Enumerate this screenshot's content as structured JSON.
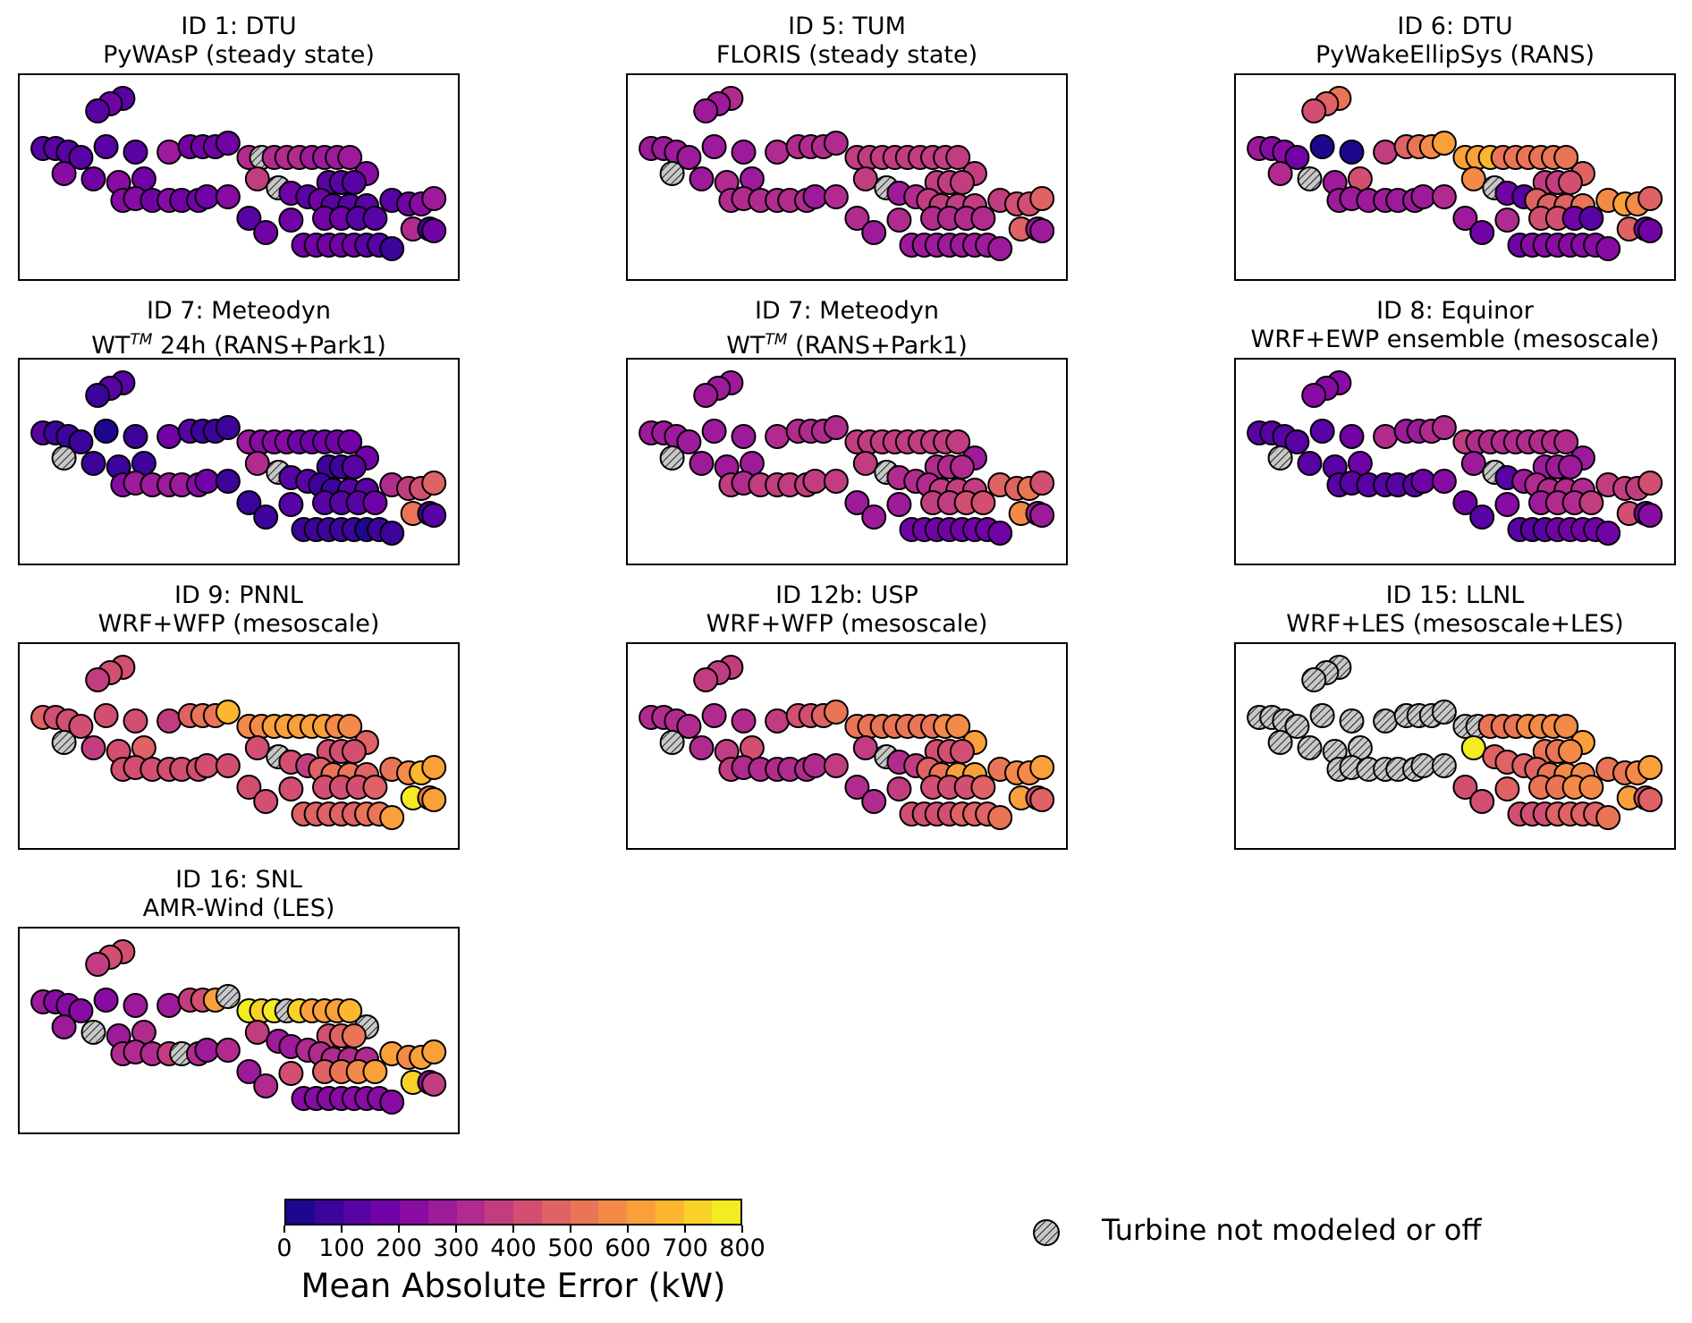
{
  "hatch_color": "#c8c8c8",
  "colormap": "plasma",
  "chart_data": {
    "type": "scatter",
    "description_kind": "small multiples of turbine maps colored by mean absolute error",
    "colorbar": {
      "label": "Mean Absolute Error (kW)",
      "range": [
        0,
        800
      ],
      "ticks": [
        0,
        100,
        200,
        300,
        400,
        500,
        600,
        700,
        800
      ],
      "tick_labels": [
        "0",
        "100",
        "200",
        "300",
        "400",
        "500",
        "600",
        "700",
        "800"
      ],
      "n_bins": 16
    },
    "legend": {
      "label": "Turbine not modeled or off",
      "marker": "hatched-grey-circle"
    },
    "turbine_xy": [
      [
        0.22,
        0.05
      ],
      [
        0.19,
        0.08
      ],
      [
        0.16,
        0.12
      ],
      [
        0.03,
        0.33
      ],
      [
        0.06,
        0.33
      ],
      [
        0.09,
        0.35
      ],
      [
        0.12,
        0.38
      ],
      [
        0.18,
        0.32
      ],
      [
        0.25,
        0.35
      ],
      [
        0.33,
        0.35
      ],
      [
        0.08,
        0.47
      ],
      [
        0.15,
        0.5
      ],
      [
        0.21,
        0.52
      ],
      [
        0.27,
        0.5
      ],
      [
        0.38,
        0.32
      ],
      [
        0.41,
        0.32
      ],
      [
        0.44,
        0.32
      ],
      [
        0.47,
        0.3
      ],
      [
        0.52,
        0.38
      ],
      [
        0.55,
        0.38
      ],
      [
        0.58,
        0.38
      ],
      [
        0.61,
        0.38
      ],
      [
        0.64,
        0.38
      ],
      [
        0.67,
        0.38
      ],
      [
        0.7,
        0.38
      ],
      [
        0.73,
        0.38
      ],
      [
        0.76,
        0.38
      ],
      [
        0.8,
        0.47
      ],
      [
        0.22,
        0.62
      ],
      [
        0.25,
        0.61
      ],
      [
        0.29,
        0.62
      ],
      [
        0.33,
        0.62
      ],
      [
        0.36,
        0.62
      ],
      [
        0.4,
        0.62
      ],
      [
        0.42,
        0.6
      ],
      [
        0.47,
        0.6
      ],
      [
        0.54,
        0.5
      ],
      [
        0.59,
        0.55
      ],
      [
        0.62,
        0.58
      ],
      [
        0.66,
        0.6
      ],
      [
        0.71,
        0.52
      ],
      [
        0.74,
        0.52
      ],
      [
        0.77,
        0.52
      ],
      [
        0.69,
        0.62
      ],
      [
        0.72,
        0.65
      ],
      [
        0.76,
        0.65
      ],
      [
        0.8,
        0.65
      ],
      [
        0.52,
        0.72
      ],
      [
        0.56,
        0.8
      ],
      [
        0.62,
        0.73
      ],
      [
        0.7,
        0.72
      ],
      [
        0.74,
        0.72
      ],
      [
        0.78,
        0.72
      ],
      [
        0.82,
        0.72
      ],
      [
        0.86,
        0.62
      ],
      [
        0.9,
        0.64
      ],
      [
        0.93,
        0.64
      ],
      [
        0.91,
        0.78
      ],
      [
        0.95,
        0.78
      ],
      [
        0.65,
        0.87
      ],
      [
        0.68,
        0.87
      ],
      [
        0.71,
        0.87
      ],
      [
        0.74,
        0.87
      ],
      [
        0.77,
        0.87
      ],
      [
        0.8,
        0.87
      ],
      [
        0.83,
        0.87
      ],
      [
        0.86,
        0.89
      ],
      [
        0.96,
        0.61
      ],
      [
        0.96,
        0.79
      ]
    ],
    "panels": [
      {
        "id": "ID 1: DTU",
        "model": "PyWAsP (steady state)",
        "hatched": [
          19,
          37
        ],
        "mae": [
          120,
          160,
          140,
          110,
          130,
          140,
          140,
          100,
          120,
          250,
          200,
          180,
          200,
          180,
          190,
          170,
          180,
          170,
          310,
          300,
          300,
          300,
          300,
          290,
          280,
          280,
          250,
          200,
          210,
          200,
          190,
          200,
          190,
          190,
          180,
          200,
          380,
          350,
          160,
          130,
          120,
          100,
          120,
          180,
          130,
          130,
          110,
          130,
          160,
          180,
          180,
          170,
          140,
          100,
          120,
          180,
          240,
          310,
          80,
          170,
          170,
          170,
          160,
          160,
          120,
          100,
          70,
          290,
          150
        ]
      },
      {
        "id": "ID 5: TUM",
        "model": "FLORIS (steady state)",
        "hatched": [
          10,
          37
        ],
        "mae": [
          300,
          280,
          280,
          270,
          280,
          270,
          270,
          250,
          260,
          320,
          260,
          250,
          300,
          280,
          300,
          300,
          320,
          330,
          350,
          360,
          380,
          380,
          380,
          390,
          380,
          380,
          370,
          360,
          310,
          300,
          310,
          300,
          300,
          300,
          290,
          310,
          350,
          290,
          270,
          300,
          350,
          360,
          380,
          360,
          360,
          370,
          380,
          310,
          290,
          300,
          300,
          300,
          320,
          330,
          380,
          400,
          420,
          450,
          280,
          270,
          270,
          270,
          270,
          270,
          280,
          280,
          280,
          450,
          290
        ]
      },
      {
        "id": "ID 6: DTU",
        "model": "PyWakeEllipSys (RANS)",
        "hatched": [
          11,
          37
        ],
        "mae": [
          500,
          480,
          410,
          250,
          230,
          200,
          180,
          40,
          30,
          380,
          300,
          310,
          290,
          400,
          450,
          500,
          560,
          600,
          640,
          620,
          660,
          520,
          520,
          520,
          520,
          520,
          520,
          450,
          280,
          270,
          270,
          270,
          260,
          270,
          260,
          300,
          560,
          200,
          160,
          140,
          350,
          380,
          420,
          480,
          480,
          480,
          520,
          250,
          160,
          330,
          400,
          420,
          150,
          120,
          550,
          600,
          550,
          480,
          150,
          180,
          200,
          200,
          200,
          200,
          200,
          200,
          200,
          470,
          160
        ]
      },
      {
        "id": "ID 7: Meteodyn",
        "model": "WT^TM 24h (RANS+Park1)",
        "hatched": [
          10,
          37
        ],
        "mae": [
          110,
          100,
          90,
          100,
          90,
          90,
          90,
          40,
          50,
          150,
          80,
          80,
          80,
          90,
          100,
          80,
          90,
          70,
          250,
          220,
          210,
          200,
          190,
          180,
          180,
          170,
          150,
          170,
          220,
          260,
          270,
          280,
          260,
          220,
          190,
          90,
          330,
          280,
          100,
          100,
          90,
          90,
          100,
          90,
          90,
          110,
          110,
          80,
          90,
          110,
          120,
          130,
          140,
          180,
          330,
          370,
          420,
          500,
          60,
          50,
          50,
          50,
          50,
          50,
          40,
          50,
          50,
          450,
          140
        ]
      },
      {
        "id": "ID 7: Meteodyn",
        "model": "WT^TM (RANS+Park1)",
        "hatched": [
          10,
          37
        ],
        "mae": [
          270,
          260,
          250,
          260,
          250,
          250,
          250,
          250,
          260,
          300,
          280,
          250,
          270,
          270,
          300,
          300,
          300,
          310,
          370,
          360,
          380,
          380,
          380,
          380,
          390,
          390,
          360,
          260,
          350,
          340,
          350,
          350,
          360,
          360,
          360,
          380,
          360,
          320,
          300,
          310,
          340,
          340,
          340,
          340,
          360,
          360,
          380,
          290,
          260,
          290,
          350,
          380,
          410,
          430,
          460,
          450,
          500,
          550,
          270,
          160,
          160,
          160,
          160,
          170,
          170,
          180,
          180,
          430,
          290
        ]
      },
      {
        "id": "ID 8: Equinor",
        "model": "WRF+EWP ensemble (mesoscale)",
        "hatched": [
          10,
          37
        ],
        "mae": [
          220,
          200,
          200,
          120,
          120,
          130,
          140,
          120,
          150,
          300,
          130,
          130,
          140,
          180,
          270,
          290,
          300,
          320,
          350,
          330,
          340,
          340,
          340,
          340,
          330,
          330,
          330,
          280,
          140,
          130,
          130,
          130,
          130,
          140,
          160,
          200,
          250,
          150,
          130,
          250,
          280,
          270,
          280,
          300,
          320,
          330,
          340,
          160,
          140,
          240,
          290,
          320,
          340,
          350,
          350,
          350,
          380,
          410,
          180,
          130,
          130,
          140,
          150,
          160,
          160,
          170,
          180,
          400,
          200
        ]
      },
      {
        "id": "ID 9: PNNL",
        "model": "WRF+WFP (mesoscale)",
        "hatched": [
          10,
          37
        ],
        "mae": [
          420,
          400,
          390,
          450,
          400,
          400,
          420,
          400,
          400,
          390,
          400,
          390,
          400,
          460,
          480,
          500,
          530,
          650,
          580,
          590,
          600,
          610,
          620,
          630,
          600,
          590,
          570,
          450,
          420,
          400,
          400,
          420,
          430,
          410,
          440,
          420,
          430,
          400,
          410,
          390,
          420,
          440,
          430,
          480,
          500,
          500,
          480,
          400,
          410,
          420,
          440,
          420,
          430,
          450,
          540,
          580,
          660,
          760,
          500,
          480,
          490,
          480,
          470,
          480,
          500,
          540,
          640,
          600,
          600
        ]
      },
      {
        "id": "ID 12b: USP",
        "model": "WRF+WFP (mesoscale)",
        "hatched": [
          10,
          37
        ],
        "mae": [
          380,
          350,
          350,
          320,
          320,
          330,
          340,
          320,
          340,
          350,
          340,
          330,
          350,
          400,
          420,
          440,
          480,
          520,
          500,
          510,
          520,
          520,
          530,
          540,
          540,
          550,
          560,
          620,
          350,
          330,
          330,
          340,
          330,
          320,
          340,
          360,
          360,
          330,
          340,
          380,
          420,
          440,
          440,
          470,
          520,
          600,
          600,
          330,
          330,
          350,
          400,
          420,
          420,
          470,
          540,
          560,
          590,
          640,
          440,
          430,
          430,
          430,
          440,
          450,
          470,
          490,
          500,
          620,
          470
        ]
      },
      {
        "id": "ID 15: LLNL",
        "model": "WRF+LES (mesoscale+LES)",
        "hatched": [
          0,
          1,
          2,
          3,
          4,
          5,
          6,
          7,
          8,
          9,
          10,
          11,
          12,
          13,
          14,
          15,
          16,
          17,
          18,
          19,
          28,
          29,
          30,
          31,
          32,
          33,
          34,
          35
        ],
        "mae": [
          0,
          0,
          0,
          0,
          0,
          0,
          0,
          0,
          0,
          0,
          0,
          0,
          0,
          0,
          0,
          0,
          0,
          0,
          0,
          0,
          520,
          520,
          530,
          550,
          550,
          560,
          560,
          640,
          0,
          0,
          0,
          0,
          0,
          0,
          0,
          0,
          780,
          470,
          460,
          470,
          520,
          540,
          560,
          490,
          520,
          560,
          560,
          430,
          420,
          480,
          520,
          540,
          550,
          560,
          520,
          540,
          580,
          600,
          430,
          440,
          440,
          440,
          450,
          460,
          470,
          490,
          500,
          620,
          470
        ]
      },
      {
        "id": "ID 16: SNL",
        "model": "AMR-Wind (LES)",
        "hatched": [
          11,
          17,
          21,
          27,
          32
        ],
        "mae": [
          400,
          410,
          390,
          280,
          240,
          220,
          240,
          220,
          260,
          280,
          250,
          260,
          270,
          340,
          380,
          420,
          640,
          760,
          760,
          700,
          780,
          760,
          700,
          620,
          600,
          600,
          650,
          800,
          340,
          330,
          330,
          350,
          330,
          330,
          270,
          340,
          380,
          270,
          280,
          320,
          420,
          480,
          520,
          300,
          300,
          300,
          300,
          260,
          330,
          420,
          480,
          520,
          560,
          600,
          600,
          560,
          620,
          720,
          200,
          200,
          200,
          200,
          200,
          200,
          200,
          200,
          200,
          620,
          350
        ]
      }
    ]
  }
}
